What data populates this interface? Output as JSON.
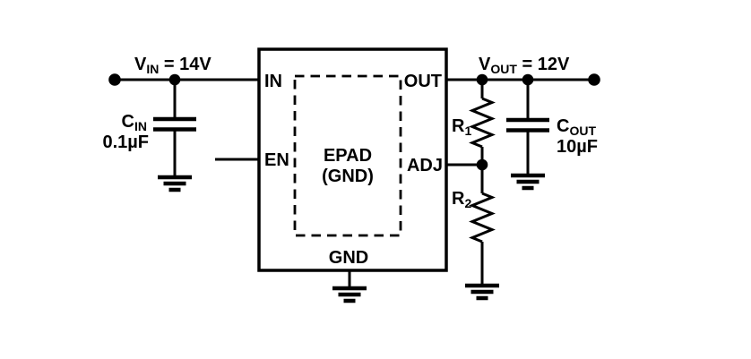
{
  "colors": {
    "ink": "#000000",
    "background": "#ffffff"
  },
  "nets": {
    "vin": {
      "symbol": "V",
      "subscript": "IN",
      "equals": " = 14V"
    },
    "vout": {
      "symbol": "V",
      "subscript": "OUT",
      "equals": " = 12V"
    }
  },
  "components": {
    "cin": {
      "symbol": "C",
      "subscript": "IN",
      "value": "0.1µF"
    },
    "cout": {
      "symbol": "C",
      "subscript": "OUT",
      "value": "10µF"
    },
    "r1": {
      "symbol": "R",
      "subscript": "1"
    },
    "r2": {
      "symbol": "R",
      "subscript": "2"
    }
  },
  "ic": {
    "pins": {
      "in": "IN",
      "en": "EN",
      "out": "OUT",
      "adj": "ADJ",
      "gnd": "GND"
    },
    "epad": {
      "line1": "EPAD",
      "line2": "(GND)"
    }
  }
}
